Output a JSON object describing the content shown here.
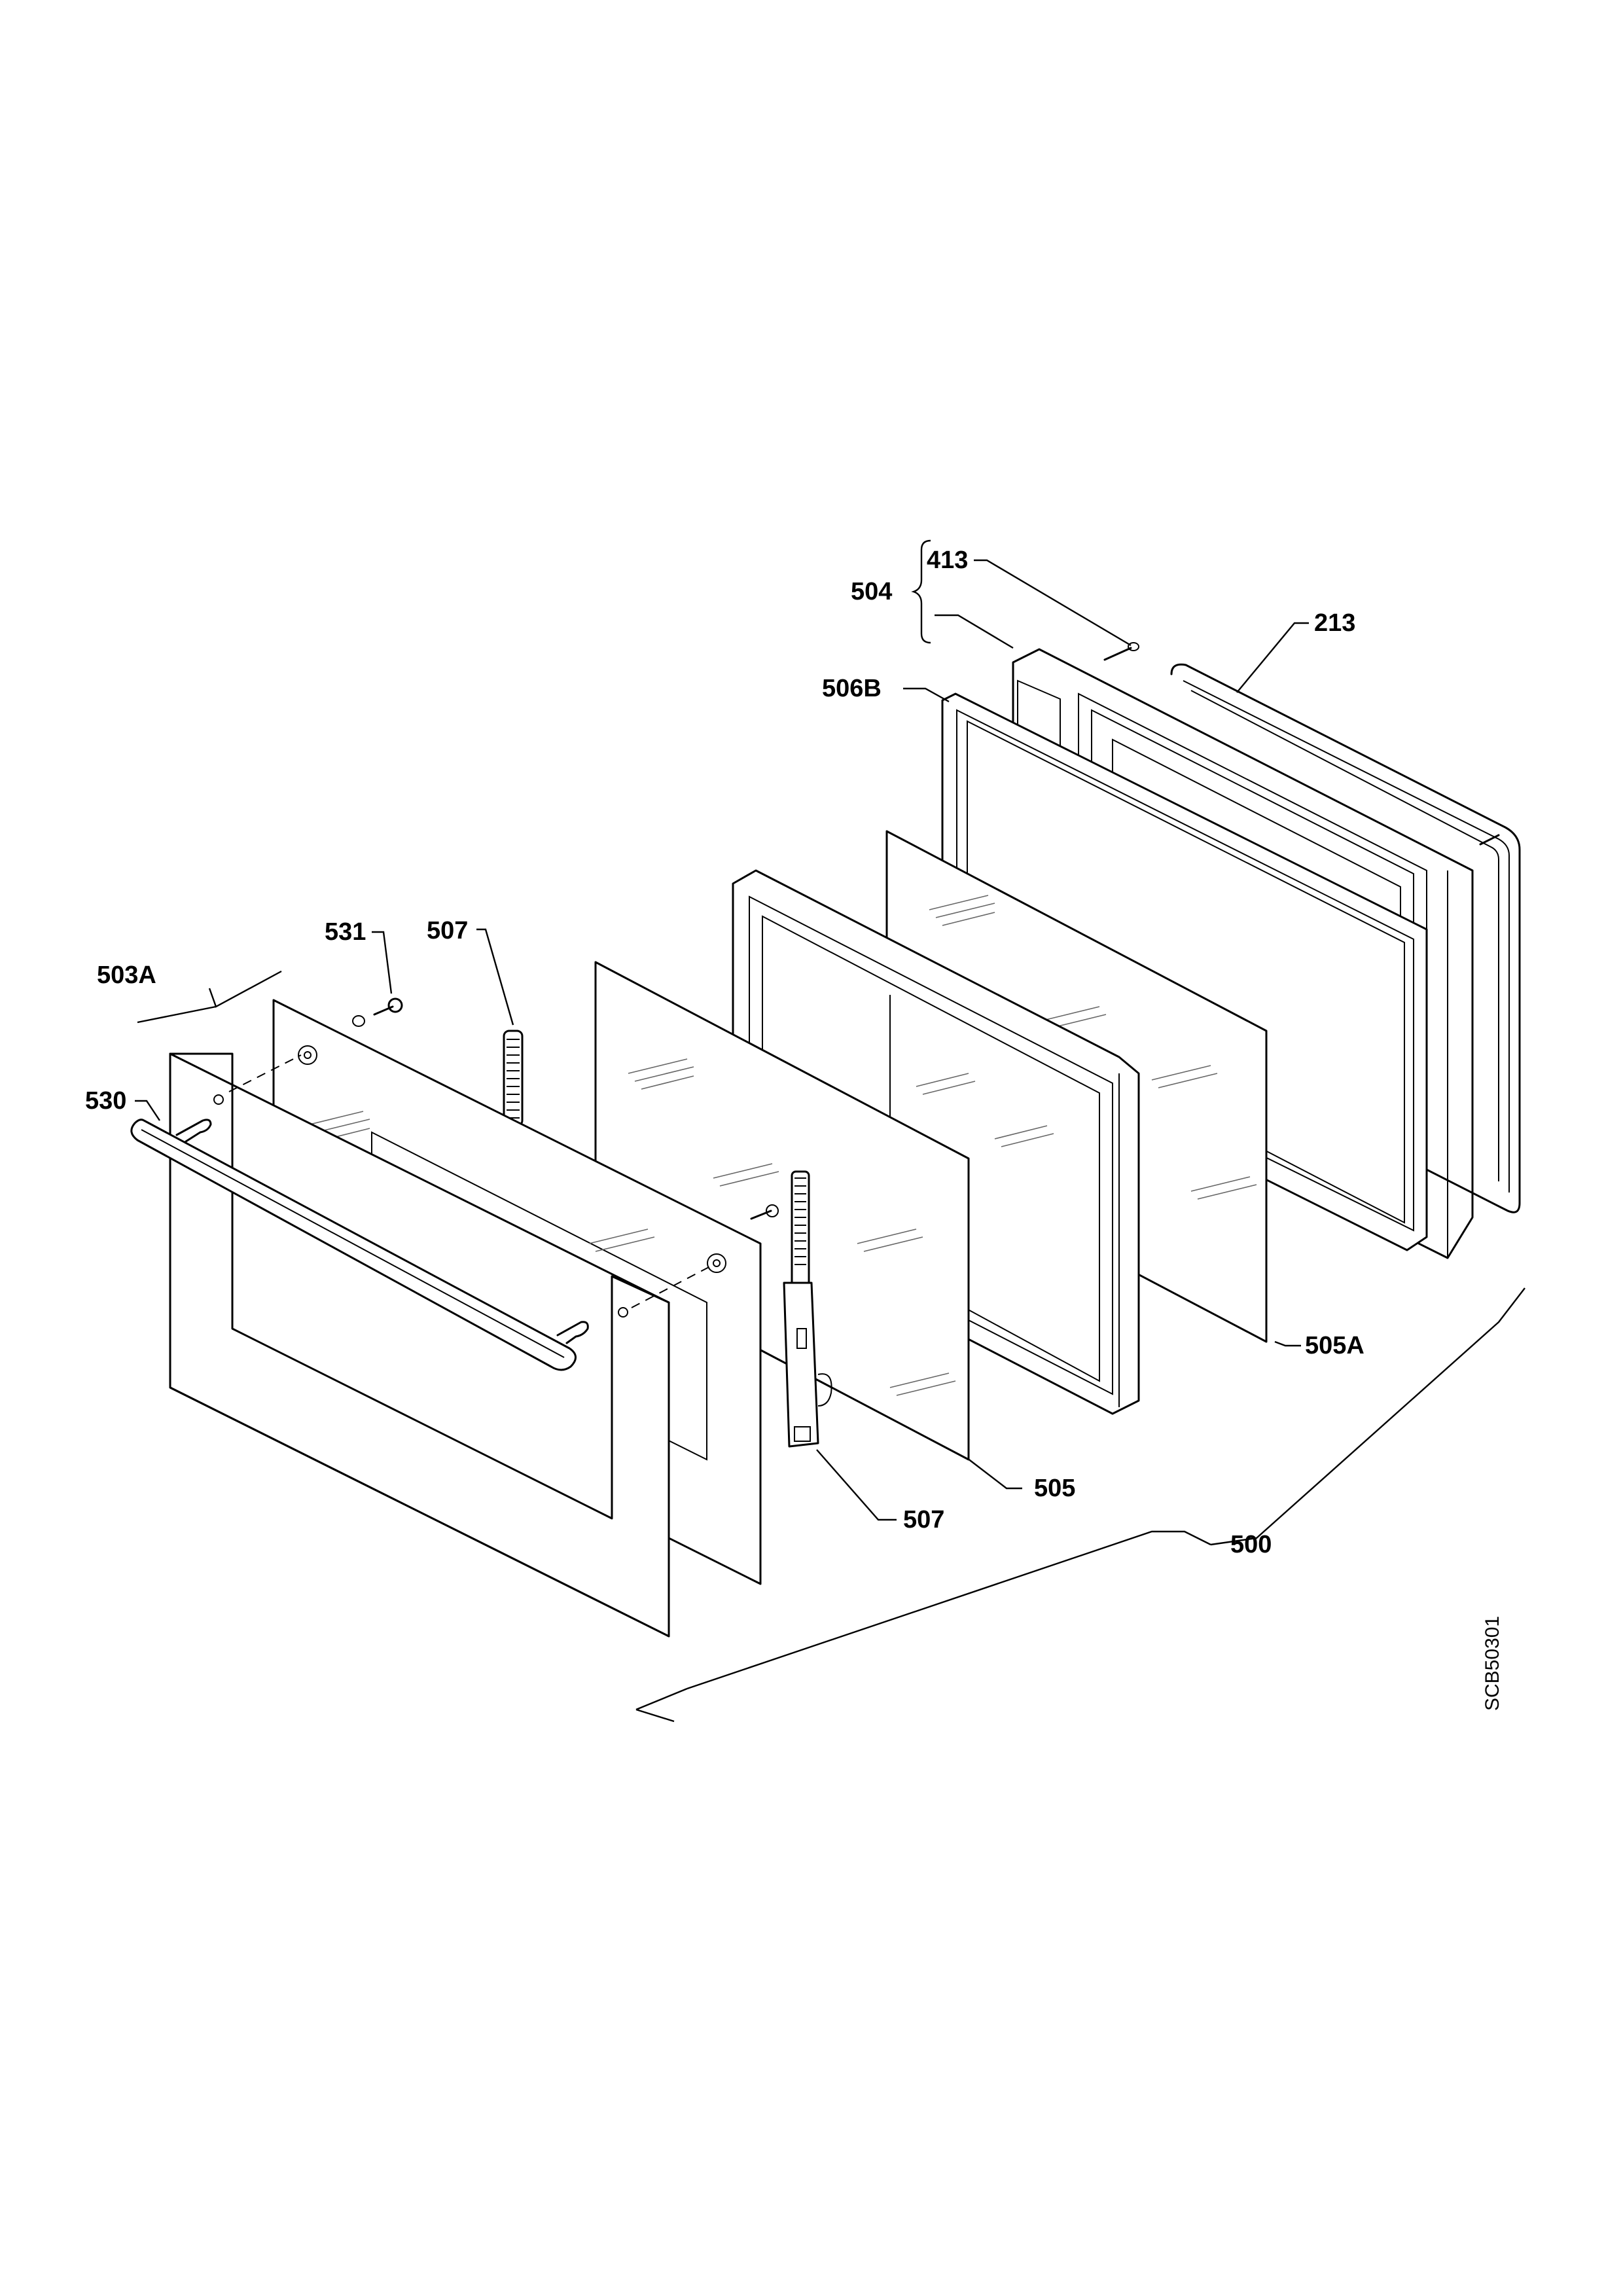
{
  "labels": {
    "p213": "213",
    "p413": "413",
    "p504": "504",
    "p506B": "506B",
    "p531": "531",
    "p507_top": "507",
    "p503A": "503A",
    "p530": "530",
    "p505A": "505A",
    "p505": "505",
    "p507_bottom": "507",
    "p500": "500"
  },
  "drawing_code": "SCB50301"
}
